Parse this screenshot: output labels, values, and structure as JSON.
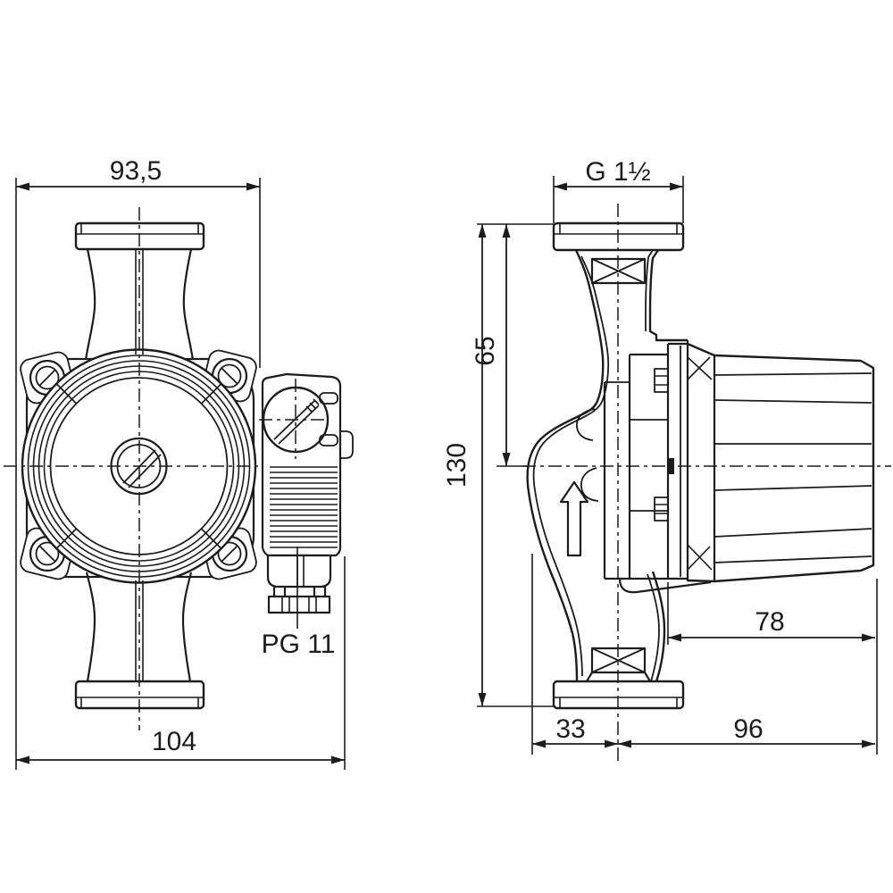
{
  "style": {
    "background": "#ffffff",
    "line_color": "#1c1c1c"
  },
  "front_view": {
    "top_width": "93,5",
    "overall_width": "104",
    "cable_gland": "PG 11"
  },
  "side_view": {
    "connection_thread": "G 1½",
    "top_to_center": "65",
    "overall_height": "130",
    "motor_depth": "78",
    "front_offset": "33",
    "rear_depth": "96"
  }
}
